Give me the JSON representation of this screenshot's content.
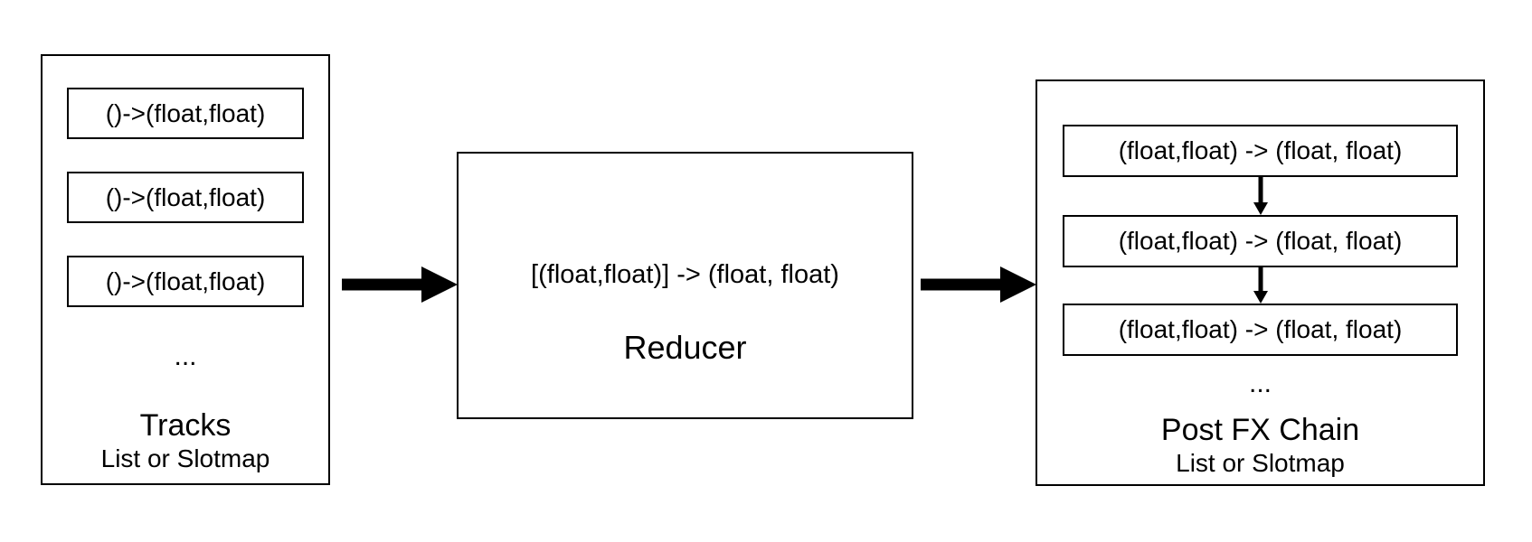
{
  "tracks": {
    "slots": [
      "()->(float,float)",
      "()->(float,float)",
      "()->(float,float)"
    ],
    "ellipsis": "...",
    "title": "Tracks",
    "subtitle": "List or Slotmap"
  },
  "reducer": {
    "signature": "[(float,float)] -> (float, float)",
    "title": "Reducer"
  },
  "post_fx": {
    "slots": [
      "(float,float) -> (float, float)",
      "(float,float) -> (float, float)",
      "(float,float) -> (float, float)"
    ],
    "ellipsis": "...",
    "title": "Post FX Chain",
    "subtitle": "List or Slotmap"
  },
  "colors": {
    "background": "#ffffff",
    "stroke": "#000000"
  }
}
